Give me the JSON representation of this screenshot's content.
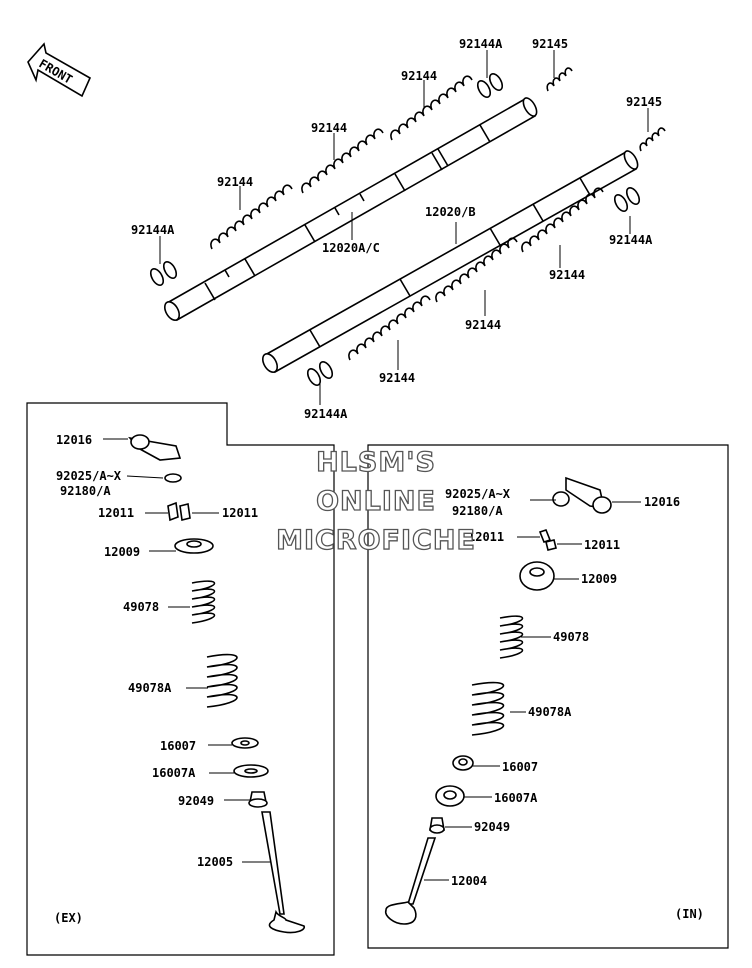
{
  "front_arrow": {
    "label": "FRONT",
    "icon": "front-direction-arrow-icon"
  },
  "watermark": {
    "line1": "HLSM'S",
    "line2": "ONLINE",
    "line3": "MICROFICHE"
  },
  "camshaft_labels": {
    "spring_a_top": "92144A",
    "cap_top": "92145",
    "spring_top": "92144",
    "spring_left_upper": "92144",
    "spring_left_lower": "92144",
    "spring_a_left": "92144A",
    "shaft_a": "12020A/C",
    "shaft_b": "12020/B",
    "cap_right": "92145",
    "spring_a_right": "92144A",
    "spring_right": "92144",
    "spring_mid": "92144",
    "spring_bottom": "92144",
    "spring_a_bottom": "92144A"
  },
  "exhaust_panel": {
    "tag": "(EX)",
    "rocker": "12016",
    "shim": "92025/A~X",
    "shim_alt": "92180/A",
    "keeper_left": "12011",
    "keeper_right": "12011",
    "retainer": "12009",
    "spring_inner": "49078",
    "spring_outer": "49078A",
    "seat": "16007",
    "seat_alt": "16007A",
    "seal": "92049",
    "valve": "12005"
  },
  "intake_panel": {
    "tag": "(IN)",
    "rocker": "12016",
    "shim": "92025/A~X",
    "shim_alt": "92180/A",
    "keeper_left": "12011",
    "keeper_right": "12011",
    "retainer": "12009",
    "spring_inner": "49078",
    "spring_outer": "49078A",
    "seat": "16007",
    "seat_alt": "16007A",
    "seal": "92049",
    "valve": "12004"
  }
}
